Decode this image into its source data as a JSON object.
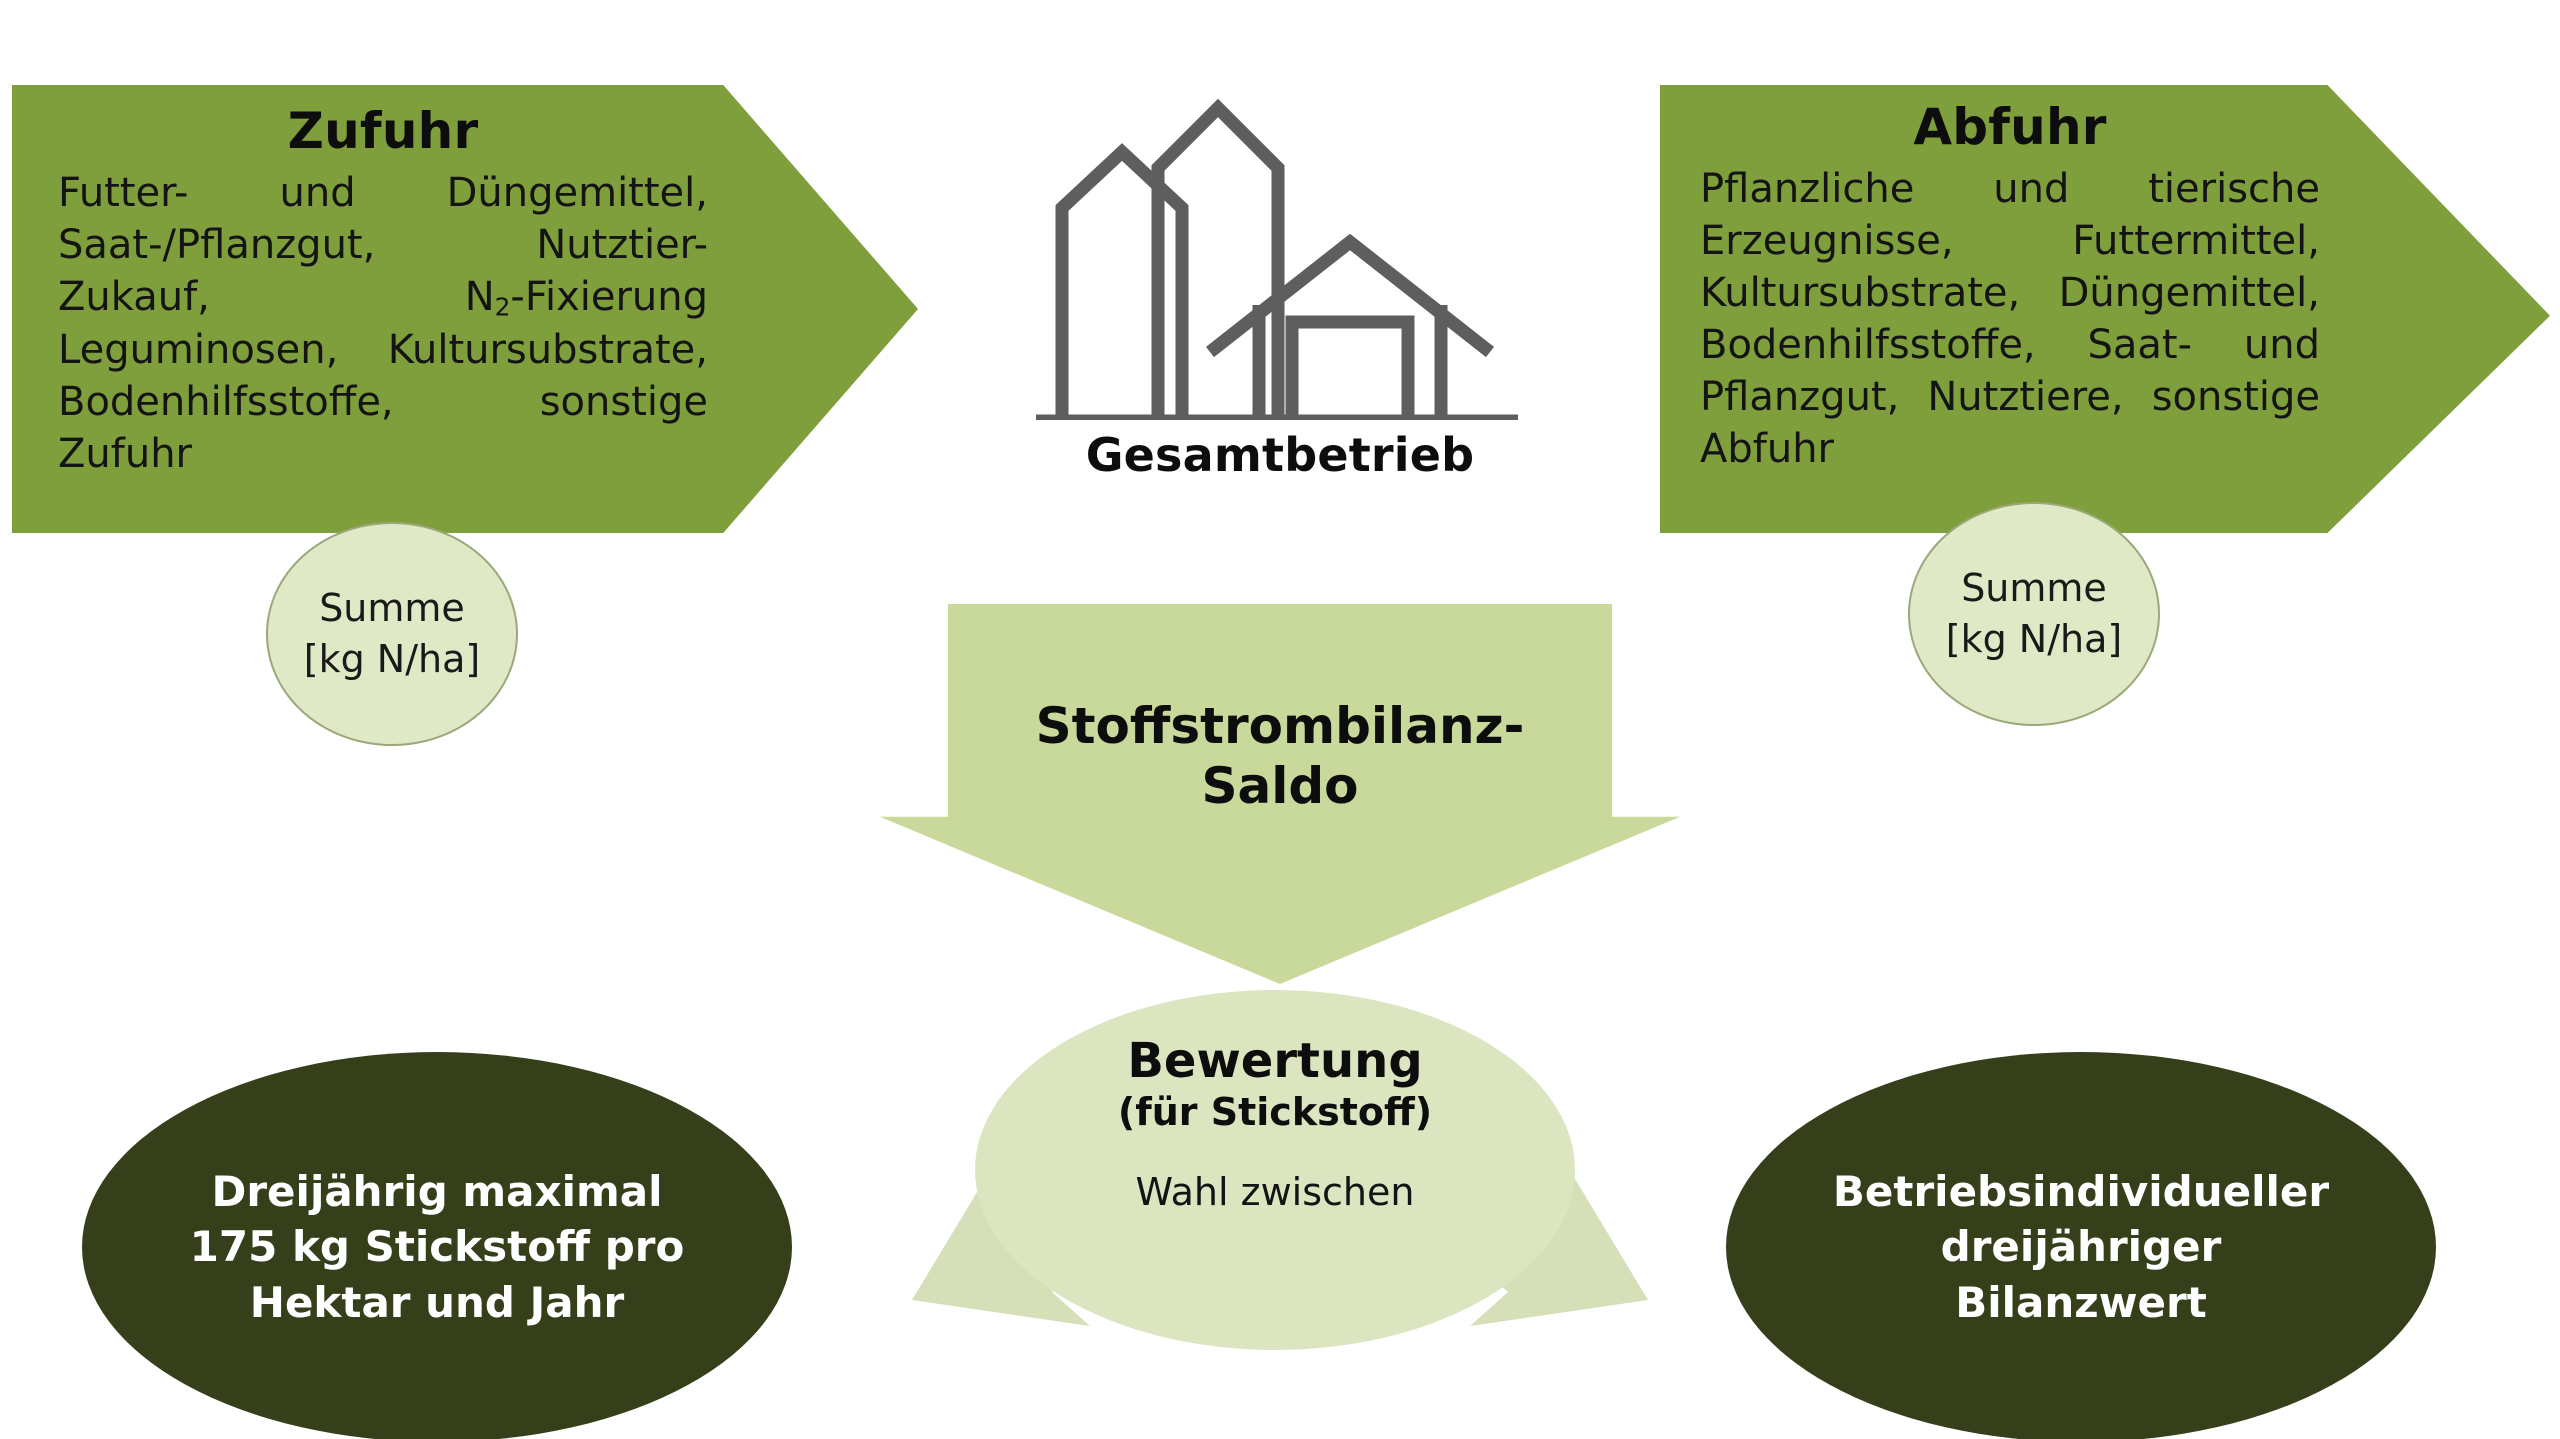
{
  "colors": {
    "arrow_green": "#7f9f3c",
    "light_green": "#c8d99b",
    "pale_green": "#dfe9c6",
    "split_arrow_green": "#d5e0b8",
    "dark_olive": "#35401b",
    "icon_gray": "#5e5e5e",
    "background": "#ffffff"
  },
  "input_arrow": {
    "title": "Zufuhr",
    "body_html": "Futter- und Düngemittel, Saat-/Pflanzgut, Nutztier-Zukauf, N<sub>2</sub>-Fixierung Leguminosen, Kultursubstrate, Bodenhilfsstoffe, sonstige Zufuhr",
    "items": [
      "Futter- und Düngemittel",
      "Saat-/Pflanzgut",
      "Nutztier-Zukauf",
      "N2-Fixierung Leguminosen",
      "Kultursubstrate",
      "Bodenhilfsstoffe",
      "sonstige Zufuhr"
    ],
    "sum_label_line1": "Summe",
    "sum_label_line2": "[kg N/ha]"
  },
  "output_arrow": {
    "title": "Abfuhr",
    "body_html": "Pflanzliche und tierische Erzeugnisse, Futtermittel, Kultursubstrate, Düngemittel, Bodenhilfsstoffe, Saat- und Pflanzgut, Nutztiere, sonstige Abfuhr",
    "items": [
      "Pflanzliche und tierische Erzeugnisse",
      "Futtermittel",
      "Kultursubstrate",
      "Düngemittel",
      "Bodenhilfsstoffe",
      "Saat- und Pflanzgut",
      "Nutztiere",
      "sonstige Abfuhr"
    ],
    "sum_label_line1": "Summe",
    "sum_label_line2": "[kg N/ha]"
  },
  "center": {
    "farm_icon": "farm-buildings-icon",
    "caption": "Gesamtbetrieb"
  },
  "balance_arrow": {
    "line1": "Stoffstrombilanz-",
    "line2": "Saldo"
  },
  "evaluation": {
    "title": "Bewertung",
    "subtitle": "(für Stickstoff)",
    "note": "Wahl zwischen"
  },
  "results": [
    {
      "id": "fixed-limit",
      "line1": "Dreijährig maximal",
      "line2": "175 kg Stickstoff pro",
      "line3": "Hektar und Jahr",
      "value_kg_n_per_ha_per_year": 175,
      "period_years": 3
    },
    {
      "id": "farm-individual",
      "line1": "Betriebsindividueller",
      "line2": "dreijähriger",
      "line3": "Bilanzwert",
      "period_years": 3
    }
  ]
}
